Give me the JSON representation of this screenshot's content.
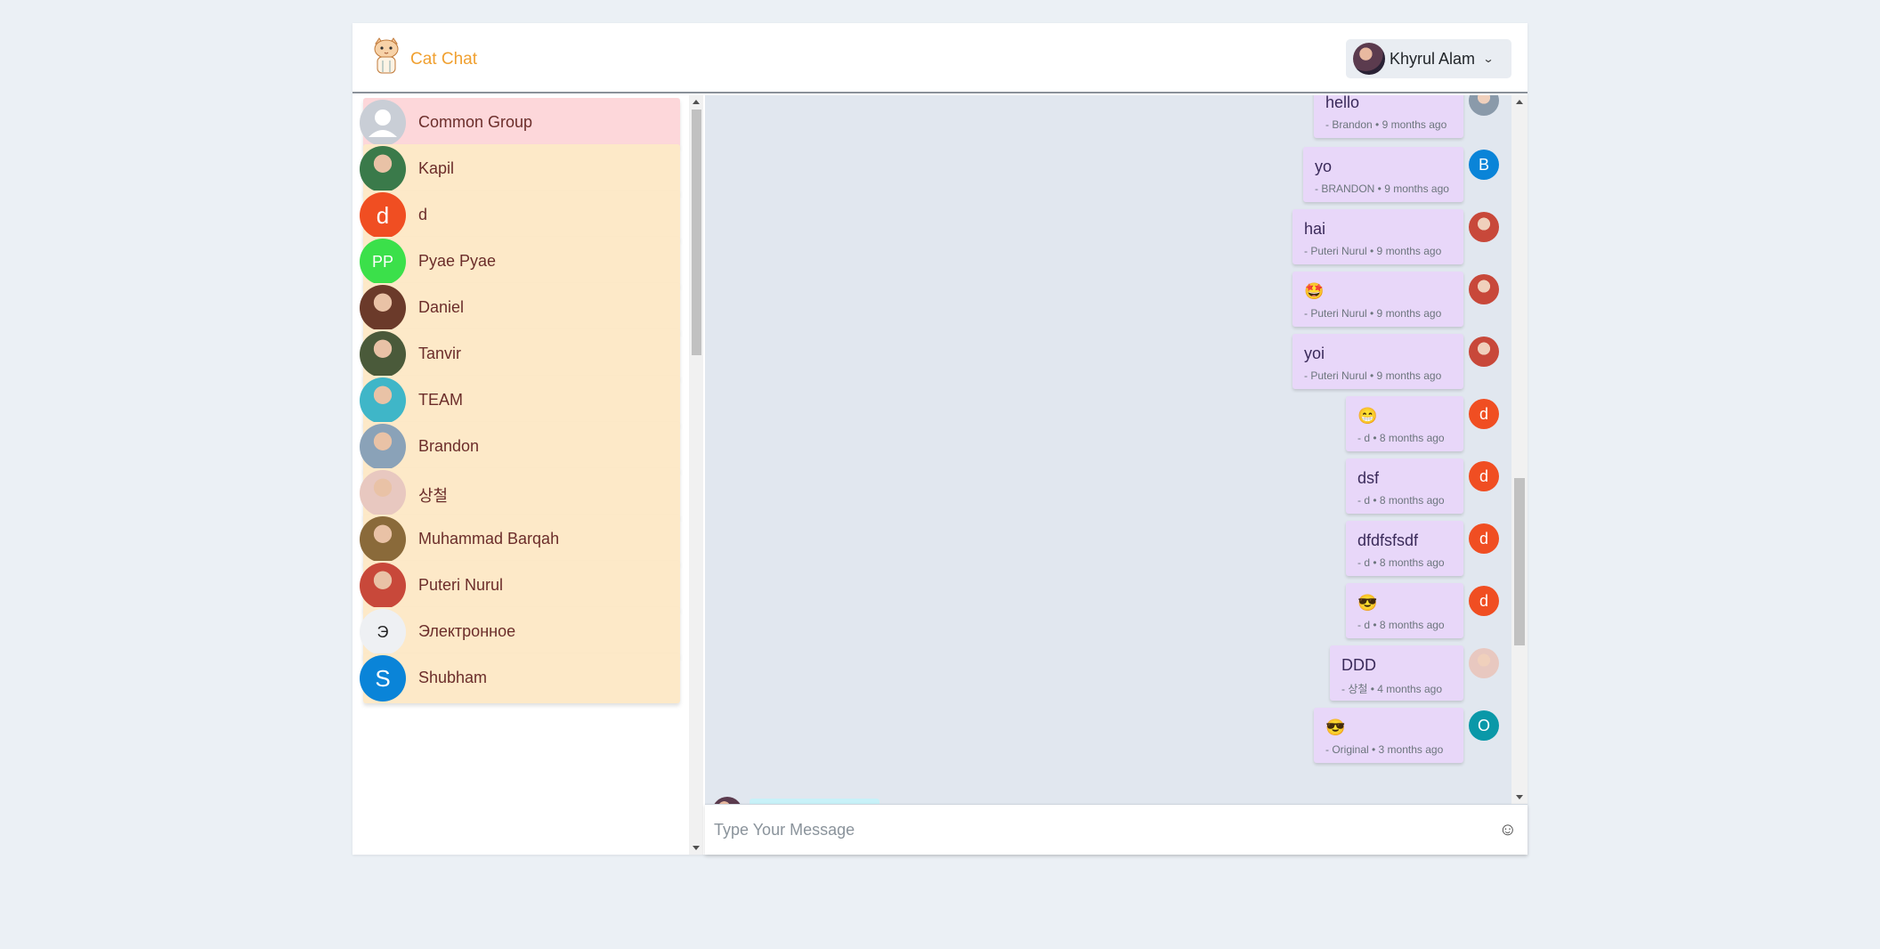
{
  "header": {
    "brand": "Cat Chat",
    "user_name": "Khyrul Alam",
    "chevron": "⌄"
  },
  "contacts": [
    {
      "name": "Common Group",
      "initials": "",
      "color": "#c9ced6",
      "kind": "group-icon"
    },
    {
      "name": "Kapil",
      "initials": "",
      "color": "#3a7a4a",
      "kind": "photo"
    },
    {
      "name": "d",
      "initials": "d",
      "color": "#f04e22",
      "kind": "letter"
    },
    {
      "name": "Pyae Pyae",
      "initials": "PP",
      "color": "#3be04a",
      "kind": "letter"
    },
    {
      "name": "Daniel",
      "initials": "",
      "color": "#6b3a2a",
      "kind": "photo"
    },
    {
      "name": "Tanvir",
      "initials": "",
      "color": "#4a5a3a",
      "kind": "photo"
    },
    {
      "name": "TEAM",
      "initials": "",
      "color": "#3fb6c8",
      "kind": "photo"
    },
    {
      "name": "Brandon",
      "initials": "",
      "color": "#8aa2b8",
      "kind": "photo"
    },
    {
      "name": "상철",
      "initials": "",
      "color": "#e8c8c0",
      "kind": "photo"
    },
    {
      "name": "Muhammad Barqah",
      "initials": "",
      "color": "#8a6a3a",
      "kind": "photo"
    },
    {
      "name": "Puteri Nurul",
      "initials": "",
      "color": "#c8483a",
      "kind": "photo"
    },
    {
      "name": "Электронное",
      "initials": "Э",
      "color": "#eef0f3",
      "kind": "letter-dark"
    },
    {
      "name": "Shubham",
      "initials": "S",
      "color": "#0a84d8",
      "kind": "letter"
    }
  ],
  "messages": [
    {
      "text": "hello",
      "meta": "- Brandon • 9 months ago",
      "avatar": "",
      "avatar_color": "#8a9aaa"
    },
    {
      "text": "yo",
      "meta": "- BRANDON • 9 months ago",
      "avatar": "B",
      "avatar_color": "#0a84d8"
    },
    {
      "text": "hai",
      "meta": "- Puteri Nurul • 9 months ago",
      "avatar": "",
      "avatar_color": "#c8483a"
    },
    {
      "text": "🤩",
      "meta": "- Puteri Nurul • 9 months ago",
      "avatar": "",
      "avatar_color": "#c8483a"
    },
    {
      "text": "yoi",
      "meta": "- Puteri Nurul • 9 months ago",
      "avatar": "",
      "avatar_color": "#c8483a"
    },
    {
      "text": "😁",
      "meta": "- d • 8 months ago",
      "avatar": "d",
      "avatar_color": "#f04e22"
    },
    {
      "text": "dsf",
      "meta": "- d • 8 months ago",
      "avatar": "d",
      "avatar_color": "#f04e22"
    },
    {
      "text": "dfdfsfsdf",
      "meta": "- d • 8 months ago",
      "avatar": "d",
      "avatar_color": "#f04e22"
    },
    {
      "text": "😎",
      "meta": "- d • 8 months ago",
      "avatar": "d",
      "avatar_color": "#f04e22"
    },
    {
      "text": "DDD",
      "meta": "- 상철 • 4 months ago",
      "avatar": "",
      "avatar_color": "#e8c8c0"
    },
    {
      "text": "😎",
      "meta": "- Original • 3 months ago",
      "avatar": "O",
      "avatar_color": "#0a98a8"
    }
  ],
  "own_message": {
    "text": "😁😁"
  },
  "composer": {
    "placeholder": "Type Your Message",
    "emoji": "☺"
  }
}
